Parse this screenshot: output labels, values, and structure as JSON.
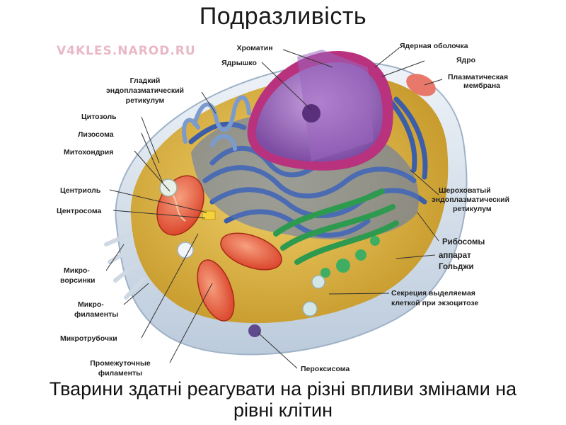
{
  "title": "Подразливість",
  "watermark": "V4KLES.NAROD.RU",
  "caption_line1": "Тварини здатні реагувати на різні впливи змінами на",
  "caption_line2": "рівні клітин",
  "labels": {
    "chromatin": "Хроматин",
    "nuclear_envelope": "Ядерная оболочка",
    "nucleolus": "Ядрышко",
    "nucleus": "Ядро",
    "smooth_er_1": "Гладкий",
    "smooth_er_2": "эндоплазматический",
    "smooth_er_3": "ретикулум",
    "plasma_membrane_1": "Плазматическая",
    "plasma_membrane_2": "мембрана",
    "cytosol": "Цитозоль",
    "lysosome": "Лизосома",
    "mitochondrion": "Митохондрия",
    "centriole": "Центриоль",
    "centrosome": "Центросома",
    "rough_er_1": "Шероховатый",
    "rough_er_2": "эндоплазматический",
    "rough_er_3": "ретикулум",
    "ribosomes": "Рибосомы",
    "microvilli_1": "Микро-",
    "microvilli_2": "ворсинки",
    "golgi_1": "аппарат",
    "golgi_2": "Гольджи",
    "secretion_1": "Секреция выделяемая",
    "secretion_2": "клеткой при экзоцитозе",
    "microfilaments_1": "Микро-",
    "microfilaments_2": "филаменты",
    "microtubules": "Микротрубочки",
    "intermediate_1": "Промежуточные",
    "intermediate_2": "филаменты",
    "peroxisome": "Пероксисома"
  },
  "colors": {
    "cytoplasm": "#e3c15a",
    "membrane": "#d9e4ee",
    "rough_er": "#3c5ea8",
    "nucleus": "#a77bc4",
    "nuclear_envelope": "#b8327e",
    "golgi": "#2e9a4f",
    "mitochondria": "#e0523a",
    "lysosome": "#e7efe6"
  }
}
